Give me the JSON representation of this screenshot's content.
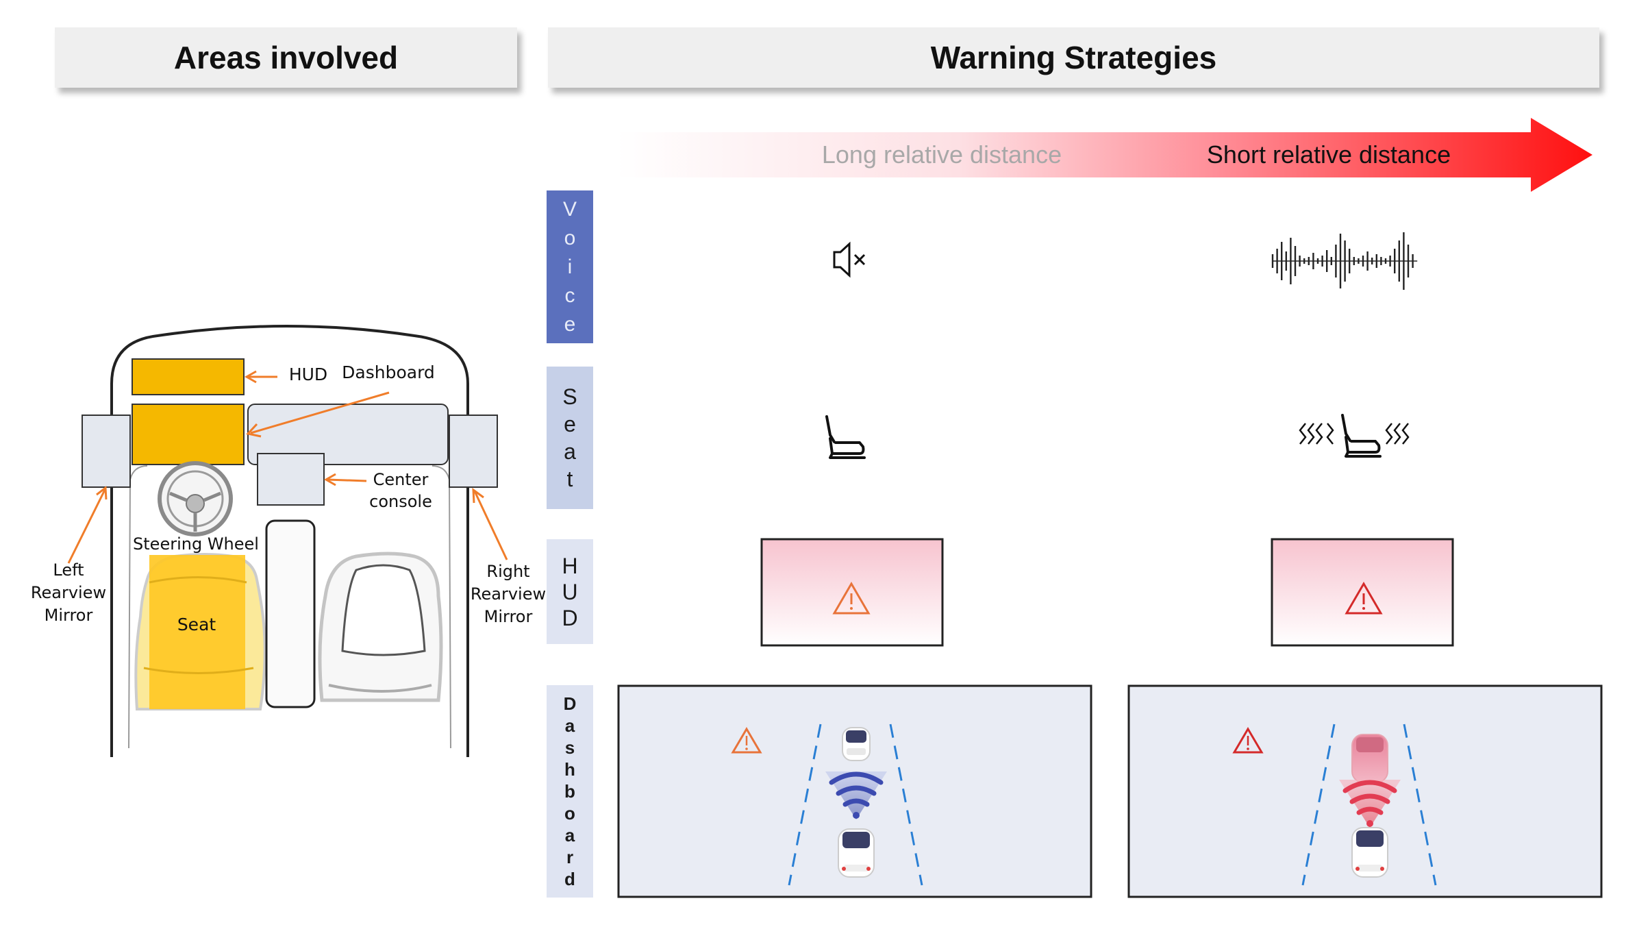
{
  "headers": {
    "areas": "Areas involved",
    "warning": "Warning Strategies"
  },
  "arrow": {
    "long_label": "Long relative distance",
    "short_label": "Short relative distance"
  },
  "rows": {
    "voice": [
      "V",
      "o",
      "i",
      "c",
      "e"
    ],
    "seat": [
      "S",
      "e",
      "a",
      "t"
    ],
    "hud": [
      "H",
      "U",
      "D"
    ],
    "dashboard": [
      "D",
      "a",
      "s",
      "h",
      "b",
      "o",
      "a",
      "r",
      "d"
    ]
  },
  "car_labels": {
    "hud": "HUD",
    "dashboard": "Dashboard",
    "center_console": [
      "Center",
      "console"
    ],
    "steering_wheel": "Steering Wheel",
    "seat": "Seat",
    "left_mirror": [
      "Left",
      "Rearview",
      "Mirror"
    ],
    "right_mirror": [
      "Right",
      "Rearview",
      "Mirror"
    ]
  },
  "icons": {
    "voice_long": "speaker-muted-icon",
    "voice_short": "sound-wave-icon",
    "seat_long": "seat-icon",
    "seat_short": "seat-vibrating-icon",
    "warning": "warning-triangle-icon"
  },
  "colors": {
    "warn_orange": "#e8733a",
    "warn_red": "#d42a2a",
    "highlight_yellow": "#f5b800",
    "arrow_red": "#ff1a1a",
    "row_label_blue": "#5b70bd",
    "panel_bg": "#e9ecf4",
    "lane_blue": "#2a7fd4",
    "leader_orange": "#f07d2a"
  }
}
